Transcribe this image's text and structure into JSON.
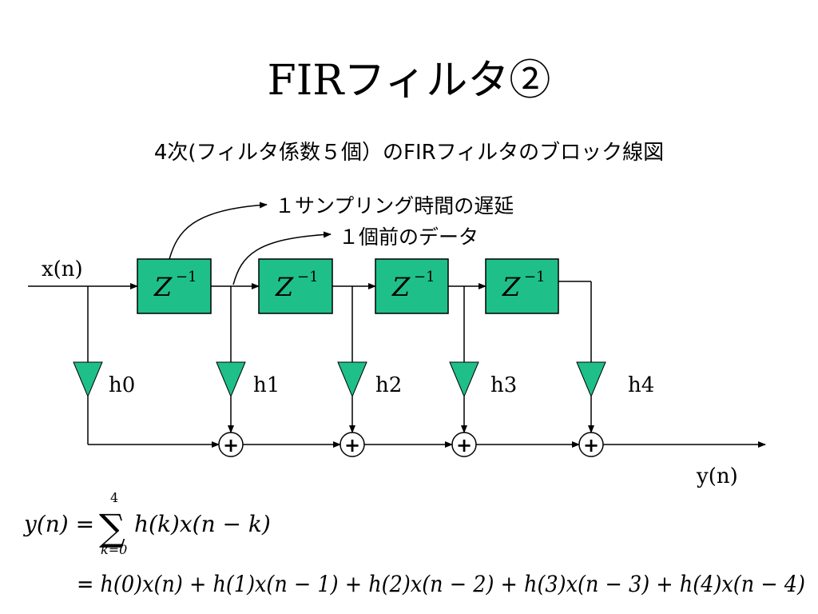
{
  "slide": {
    "title": "FIRフィルタ②",
    "subtitle": "4次(フィルタ係数５個）のFIRフィルタのブロック線図"
  },
  "diagram": {
    "input_label": "x(n)",
    "output_label": "y(n)",
    "delay_blocks": [
      {
        "label": "Z",
        "exponent": "−1"
      },
      {
        "label": "Z",
        "exponent": "−1"
      },
      {
        "label": "Z",
        "exponent": "−1"
      },
      {
        "label": "Z",
        "exponent": "−1"
      }
    ],
    "coefficients": [
      "h0",
      "h1",
      "h2",
      "h3",
      "h4"
    ],
    "adders": [
      "+",
      "+",
      "+",
      "+"
    ],
    "annotations": {
      "delay_note": "１サンプリング時間の遅延",
      "previous_data_note": "１個前のデータ"
    },
    "colors": {
      "block_fill": "#1fbf8a",
      "line": "#000000"
    }
  },
  "equation": {
    "line1_lhs": "y(n) =",
    "sum_upper": "4",
    "sum_lower": "k=0",
    "line1_rhs": "h(k)x(n − k)",
    "line2": "= h(0)x(n) + h(1)x(n − 1) + h(2)x(n − 2) + h(3)x(n − 3) + h(4)x(n − 4)"
  }
}
